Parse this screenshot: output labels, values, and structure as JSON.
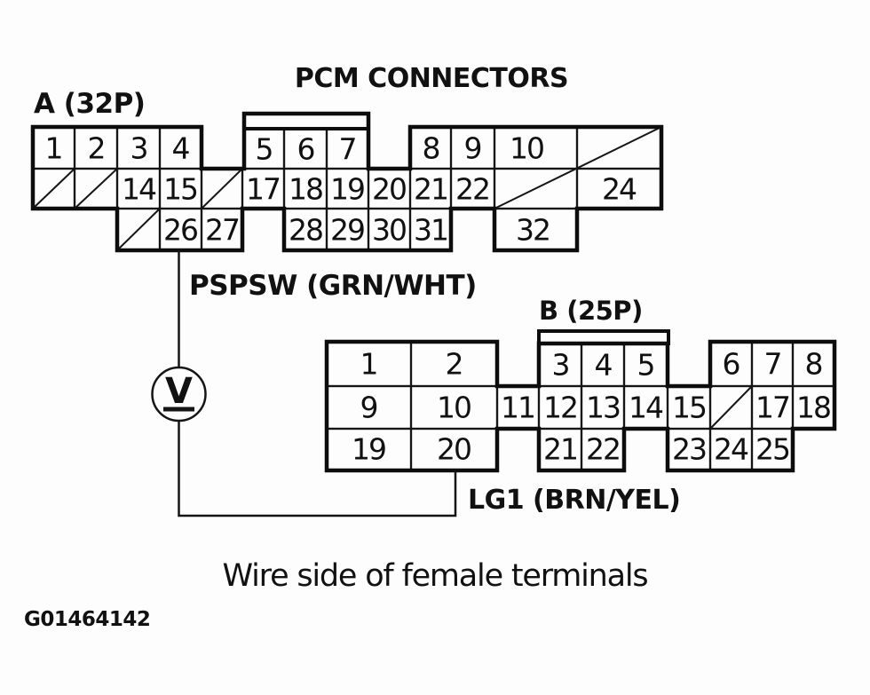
{
  "title": "PCM CONNECTORS",
  "caption": "Wire side of female terminals",
  "figure_id": "G01464142",
  "colors": {
    "ink": "#111111",
    "paper": "#fdfdfd"
  },
  "meter": {
    "symbol": "V"
  },
  "connector_a": {
    "label": "A (32P)",
    "wire_label": "PSPSW (GRN/WHT)",
    "pins": {
      "1": "1",
      "2": "2",
      "3": "3",
      "4": "4",
      "5": "5",
      "6": "6",
      "7": "7",
      "8": "8",
      "9": "9",
      "10": "10",
      "14": "14",
      "15": "15",
      "17": "17",
      "18": "18",
      "19": "19",
      "20": "20",
      "21": "21",
      "22": "22",
      "24": "24",
      "26": "26",
      "27": "27",
      "28": "28",
      "29": "29",
      "30": "30",
      "31": "31",
      "32": "32"
    }
  },
  "connector_b": {
    "label": "B (25P)",
    "wire_label": "LG1 (BRN/YEL)",
    "pins": {
      "1": "1",
      "2": "2",
      "3": "3",
      "4": "4",
      "5": "5",
      "6": "6",
      "7": "7",
      "8": "8",
      "9": "9",
      "10": "10",
      "11": "11",
      "12": "12",
      "13": "13",
      "14": "14",
      "15": "15",
      "17": "17",
      "18": "18",
      "19": "19",
      "20": "20",
      "21": "21",
      "22": "22",
      "23": "23",
      "24": "24",
      "25": "25"
    }
  }
}
